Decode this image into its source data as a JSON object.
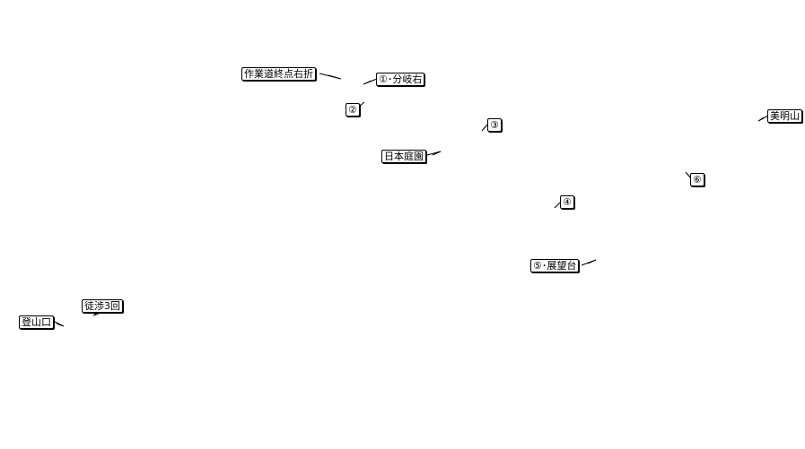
{
  "map": {
    "labels": [
      {
        "id": "sagyodo",
        "text": "作業道終点右折"
      },
      {
        "id": "bunki1",
        "text": "①･分岐右"
      },
      {
        "id": "pt2",
        "text": "②"
      },
      {
        "id": "pt3",
        "text": "③"
      },
      {
        "id": "bimeizan",
        "text": "美明山"
      },
      {
        "id": "nihonteien",
        "text": "日本庭園"
      },
      {
        "id": "pt6",
        "text": "⑥"
      },
      {
        "id": "pt4",
        "text": "④"
      },
      {
        "id": "tenbodai",
        "text": "⑤･展望台"
      },
      {
        "id": "toshou",
        "text": "徒渉3回"
      },
      {
        "id": "tozanguchi",
        "text": "登山口"
      }
    ]
  }
}
